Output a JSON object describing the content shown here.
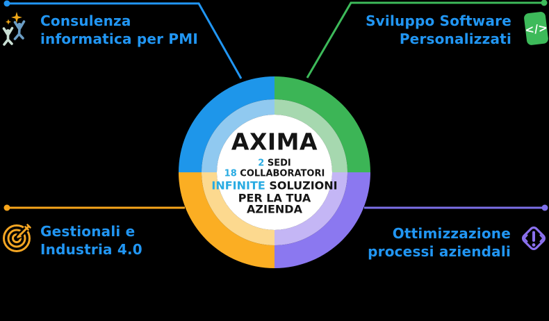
{
  "colors": {
    "background": "#000000",
    "label_text": "#2196F3",
    "accent": "#29ABE2",
    "title_text": "#151515",
    "segment_blue": "#1E96EA",
    "segment_blue_light": "#90C9F0",
    "segment_green": "#3CB556",
    "segment_green_light": "#A6D8AF",
    "segment_purple": "#8B78F0",
    "segment_purple_light": "#C4B6F5",
    "segment_orange": "#FBAE23",
    "segment_orange_light": "#FCD98F",
    "line_blue": "#2196F3",
    "line_green": "#3DBA5A",
    "line_orange": "#F7A51B",
    "line_purple": "#7C6FE8",
    "icon_code_bg": "#3DBA5A",
    "icon_code_glyph_color": "#FFFFFF",
    "icon_target": "#F5A623",
    "icon_alert": "#8A70EE",
    "icon_person_blue": "#6B9DC4",
    "icon_person_mint": "#C9DFD4",
    "icon_star_gold": "#F0A818",
    "center_circle": "#FFFFFF"
  },
  "center": {
    "title": "AXIMA",
    "stats": [
      {
        "value": "2",
        "label": " SEDI"
      },
      {
        "value": "18",
        "label": " COLLABORATORI"
      },
      {
        "value": "INFINITE",
        "label": " SOLUZIONI"
      }
    ],
    "tagline": "PER LA TUA AZIENDA"
  },
  "labels": {
    "top_left": {
      "line1": "Consulenza",
      "line2": "informatica per PMI"
    },
    "top_right": {
      "line1": "Sviluppo Software",
      "line2": "Personalizzati"
    },
    "bottom_left": {
      "line1": "Gestionali e",
      "line2": "Industria 4.0"
    },
    "bottom_right": {
      "line1": "Ottimizzazione",
      "line2": "processi aziendali"
    }
  },
  "icons": {
    "code_glyph": "</>"
  },
  "donut_segments": [
    {
      "position": "top-left",
      "label": "Consulenza informatica per PMI",
      "color": "#1E96EA",
      "share": 0.25
    },
    {
      "position": "top-right",
      "label": "Sviluppo Software Personalizzati",
      "color": "#3CB556",
      "share": 0.25
    },
    {
      "position": "bottom-right",
      "label": "Ottimizzazione processi aziendali",
      "color": "#8B78F0",
      "share": 0.25
    },
    {
      "position": "bottom-left",
      "label": "Gestionali e Industria 4.0",
      "color": "#FBAE23",
      "share": 0.25
    }
  ]
}
